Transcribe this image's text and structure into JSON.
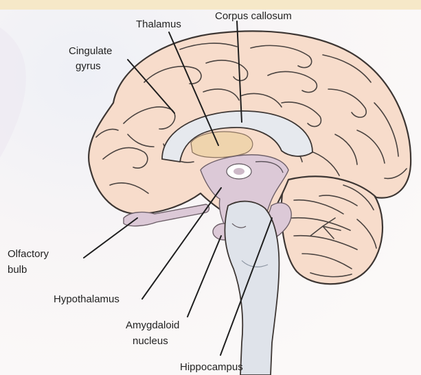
{
  "figure": {
    "labels": {
      "corpus_callosum": "Corpus callosum",
      "thalamus": "Thalamus",
      "cingulate_line1": "Cingulate",
      "cingulate_line2": "gyrus",
      "olfactory_line1": "Olfactory",
      "olfactory_line2": "bulb",
      "hypothalamus": "Hypothalamus",
      "amygdaloid_line1": "Amygdaloid",
      "amygdaloid_line2": "nucleus",
      "hippocampus": "Hippocampus"
    },
    "colors": {
      "brain_fill": "#f7dccb",
      "limbic_fill": "#dcc9d7",
      "ventricle_fill": "#e6e9ee",
      "thalamus_fill": "#efd4ad",
      "brainstem_fill": "#dfe3ea",
      "header_band": "#f6e8c8"
    }
  }
}
